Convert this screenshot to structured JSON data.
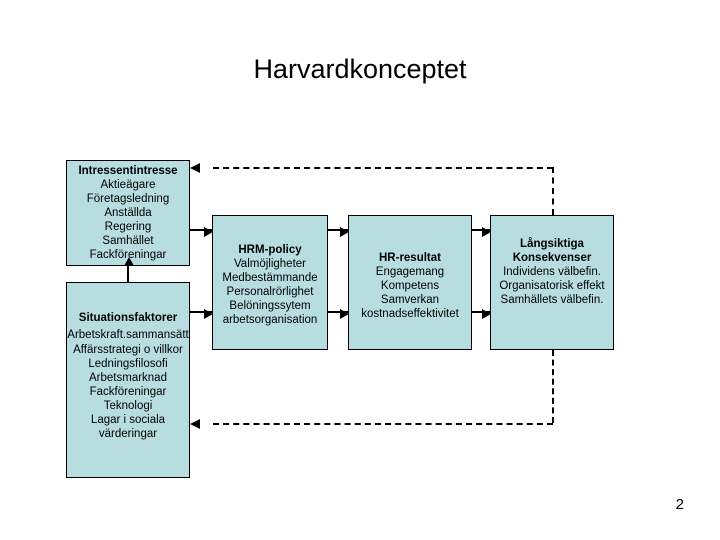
{
  "slide": {
    "title": "Harvardkonceptet",
    "page_number": "2",
    "box_fill_color": "#b7dde1",
    "box_border_color": "#000000",
    "background_color": "#ffffff"
  },
  "diagram": {
    "type": "flow-diagram",
    "boxes": [
      {
        "id": "stakeholders",
        "heading": "Intressentintresse",
        "lines": [
          "Aktieägare",
          "Företagsledning",
          "Anställda",
          "Regering",
          "Samhället",
          "Fackföreningar"
        ]
      },
      {
        "id": "situation",
        "heading": "Situationsfaktorer",
        "lines": [
          "Arbetskraft.sammansätt",
          "Affärsstrategi o villkor",
          "Ledningsfilosofi",
          "Arbetsmarknad",
          "Fackföreningar",
          "Teknologi",
          "Lagar i sociala",
          "värderingar"
        ]
      },
      {
        "id": "hrm-policy",
        "heading": "HRM-policy",
        "lines": [
          "Valmöjligheter",
          "Medbestämmande",
          "Personalrörlighet",
          "Belöningssytem",
          "arbetsorganisation"
        ]
      },
      {
        "id": "hr-resultat",
        "heading": "HR-resultat",
        "lines": [
          "Engagemang",
          "Kompetens",
          "Samverkan",
          "kostnadseffektivitet"
        ]
      },
      {
        "id": "longterm",
        "heading_line1": "Långsiktiga",
        "heading_line2": "Konsekvenser",
        "lines": [
          "Individens välbefin.",
          "Organisatorisk effekt",
          "Samhällets välbefin."
        ]
      }
    ],
    "connectors": [
      {
        "id": "situation-to-stakeholders",
        "style": "solid",
        "direction": "up"
      },
      {
        "id": "stakeholders-to-hrm",
        "style": "solid",
        "direction": "right"
      },
      {
        "id": "situation-to-hrm",
        "style": "solid",
        "direction": "right"
      },
      {
        "id": "hrm-to-hr-top",
        "style": "solid",
        "direction": "right"
      },
      {
        "id": "hrm-to-hr-bottom",
        "style": "solid",
        "direction": "right"
      },
      {
        "id": "hr-to-longterm-top",
        "style": "solid",
        "direction": "right"
      },
      {
        "id": "hr-to-longterm-bottom",
        "style": "solid",
        "direction": "right"
      },
      {
        "id": "feedback-top",
        "style": "dashed",
        "direction": "left"
      },
      {
        "id": "feedback-bottom",
        "style": "dashed",
        "direction": "left"
      },
      {
        "id": "feedback-right-upper",
        "style": "dashed",
        "direction": "vertical"
      },
      {
        "id": "feedback-right-lower",
        "style": "dashed",
        "direction": "vertical"
      }
    ]
  }
}
